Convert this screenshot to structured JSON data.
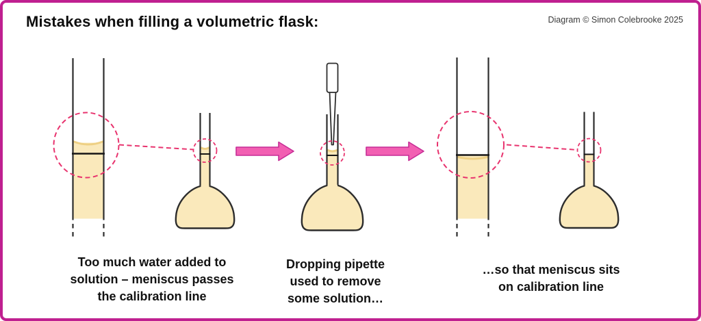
{
  "header": {
    "title": "Mistakes when filling a volumetric flask:",
    "credit": "Diagram © Simon Colebrooke 2025"
  },
  "captions": [
    {
      "lines": [
        "Too much water added to",
        "solution – meniscus passes",
        "the calibration line"
      ]
    },
    {
      "lines": [
        "Dropping pipette",
        "used to remove",
        "some solution…"
      ]
    },
    {
      "lines": [
        "…so that meniscus sits",
        "on calibration line"
      ]
    }
  ],
  "icons": {
    "step_arrow": "arrow-right-icon",
    "zoom_region": "dashed-circle-magnifier-icon"
  },
  "colors": {
    "border": "#bf2090",
    "arrow": "#f25fb2",
    "arrow_stroke": "#c62d96",
    "zoom": "#e8336e",
    "liquid": "#fae9bb",
    "meniscus": "#eed084",
    "outline": "#2d2d2d",
    "cal": "#161616"
  }
}
